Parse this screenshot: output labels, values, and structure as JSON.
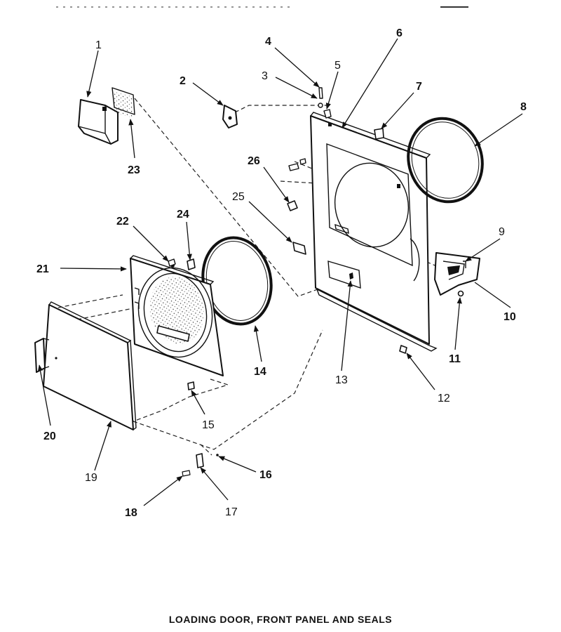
{
  "caption": "LOADING DOOR, FRONT PANEL AND SEALS",
  "callouts": [
    "1",
    "2",
    "3",
    "4",
    "5",
    "6",
    "7",
    "8",
    "9",
    "10",
    "11",
    "12",
    "13",
    "14",
    "15",
    "16",
    "17",
    "18",
    "19",
    "20",
    "21",
    "22",
    "23",
    "24",
    "25",
    "26"
  ]
}
